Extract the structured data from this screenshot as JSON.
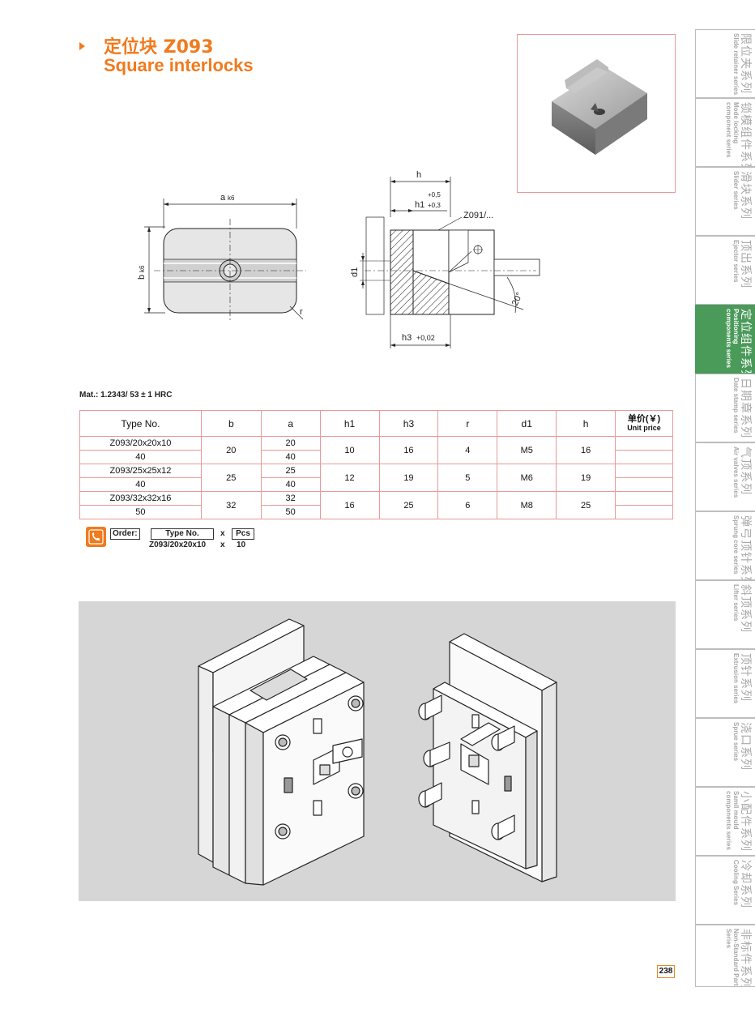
{
  "header": {
    "title_cn": "定位块 Z093",
    "title_en": "Square interlocks"
  },
  "drawing": {
    "labels": {
      "a": "a",
      "a_tol": "k6",
      "b": "b",
      "b_tol": "k6",
      "r": "r",
      "h": "h",
      "h1": "h1",
      "h1_tol_upper": "+0,5",
      "h1_tol_lower": "+0,3",
      "d1": "d1",
      "angle": "20°",
      "h3": "h3",
      "h3_tol": "+0,02",
      "part_ref": "Z091/..."
    }
  },
  "material": "Mat.: 1.2343/ 53 ± 1 HRC",
  "table": {
    "headers": [
      "Type No.",
      "b",
      "a",
      "h1",
      "h3",
      "r",
      "d1",
      "h"
    ],
    "price_header_cn": "单价(￥)",
    "price_header_en": "Unit price",
    "groups": [
      {
        "type_nos": [
          "Z093/20x20x10",
          "40"
        ],
        "b": "20",
        "a": [
          "20",
          "40"
        ],
        "h1": "10",
        "h3": "16",
        "r": "4",
        "d1": "M5",
        "h": "16"
      },
      {
        "type_nos": [
          "Z093/25x25x12",
          "40"
        ],
        "b": "25",
        "a": [
          "25",
          "40"
        ],
        "h1": "12",
        "h3": "19",
        "r": "5",
        "d1": "M6",
        "h": "19"
      },
      {
        "type_nos": [
          "Z093/32x32x16",
          "50"
        ],
        "b": "32",
        "a": [
          "32",
          "50"
        ],
        "h1": "16",
        "h3": "25",
        "r": "6",
        "d1": "M8",
        "h": "25"
      }
    ]
  },
  "order": {
    "label": "Order:",
    "type_no_label": "Type No.",
    "x": "x",
    "pcs_label": "Pcs",
    "example_type": "Z093/20x20x10",
    "example_qty": "10"
  },
  "sidebar": {
    "tabs": [
      {
        "cn": "限位夹系列",
        "en": "Slide retainer series"
      },
      {
        "cn": "锁模组件系列",
        "en": "Mode locking component series"
      },
      {
        "cn": "滑块系列",
        "en": "Slider series"
      },
      {
        "cn": "顶出系列",
        "en": "Ejector series"
      },
      {
        "cn": "定位组件系列",
        "en": "Positioning components series",
        "active": true
      },
      {
        "cn": "日期章系列",
        "en": "Date stamp series"
      },
      {
        "cn": "气顶系列",
        "en": "Air valves series"
      },
      {
        "cn": "弹弓顶针系列",
        "en": "Sprung core series"
      },
      {
        "cn": "斜顶系列",
        "en": "Lifter series"
      },
      {
        "cn": "顶针系列",
        "en": "Extrusion series"
      },
      {
        "cn": "浇口系列",
        "en": "Sprue series"
      },
      {
        "cn": "小配件系列",
        "en": "Samll mould components series"
      },
      {
        "cn": "冷却系列",
        "en": "Cooling Series"
      },
      {
        "cn": "非标件系列",
        "en": "Non-Standard Parts Series"
      }
    ]
  },
  "page_number": "238",
  "colors": {
    "accent": "#f07a1e",
    "active_tab": "#4a9a5a",
    "table_border": "#e79a9a"
  }
}
